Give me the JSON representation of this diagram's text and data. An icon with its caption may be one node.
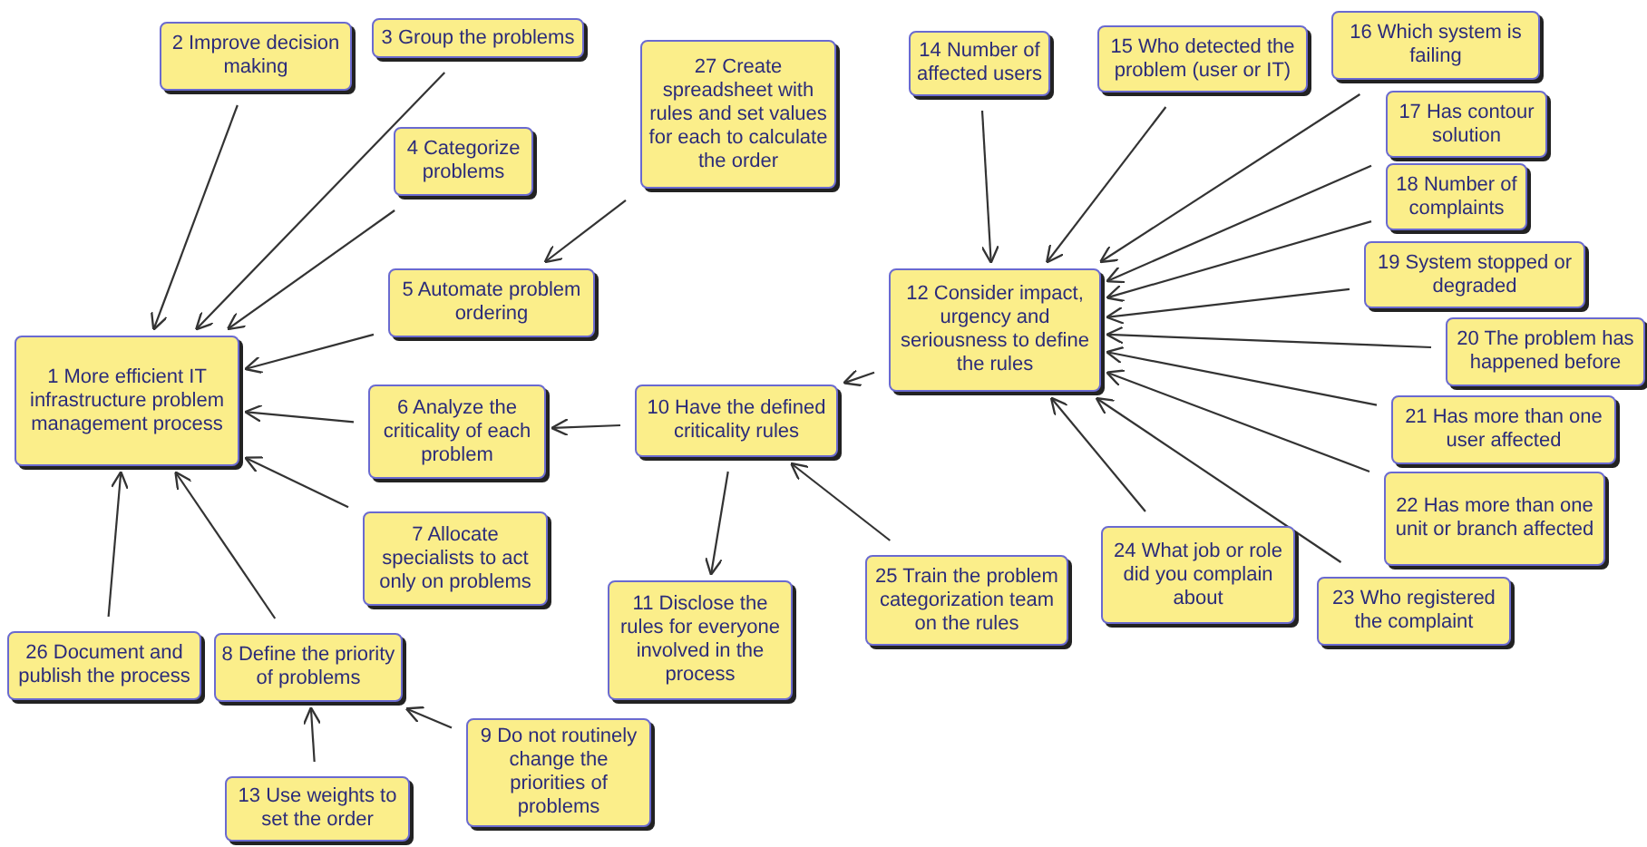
{
  "diagram": {
    "nodes": [
      {
        "text": [
          "1 More efficient IT infrastructure problem management process"
        ]
      },
      {
        "text": [
          "2 Improve decision making"
        ]
      },
      {
        "text": [
          "3 Group the problems"
        ]
      },
      {
        "text": [
          "4 Categorize problems"
        ]
      },
      {
        "text": [
          "5 Automate problem ordering"
        ]
      },
      {
        "text": [
          "6 Analyze the criticality of each problem"
        ]
      },
      {
        "text": [
          "7 Allocate specialists to act only on problems"
        ]
      },
      {
        "text": [
          "8 Define the priority of problems"
        ]
      },
      {
        "text": [
          "9 Do not routinely change the priorities of problems"
        ]
      },
      {
        "text": [
          "10 Have the defined criticality rules"
        ]
      },
      {
        "text": [
          "11 Disclose the rules for everyone involved in the process"
        ]
      },
      {
        "text": [
          "12 Consider impact, urgency and seriousness to define the rules"
        ]
      },
      {
        "text": [
          "13 Use weights to set the order"
        ]
      },
      {
        "text": [
          "14 Number of affected users"
        ]
      },
      {
        "text": [
          "15 Who detected the problem (user or IT)"
        ]
      },
      {
        "text": [
          "16 Which system is failing"
        ]
      },
      {
        "text": [
          "17 Has contour solution"
        ]
      },
      {
        "text": [
          "18 Number of complaints"
        ]
      },
      {
        "text": [
          "19 System stopped or degraded"
        ]
      },
      {
        "text": [
          "20 The problem has happened before"
        ]
      },
      {
        "text": [
          "21 Has more than one user affected"
        ]
      },
      {
        "text": [
          "22 Has more than one unit or branch affected"
        ]
      },
      {
        "text": [
          "23 Who registered the complaint"
        ]
      },
      {
        "text": [
          "24 What job or role did you complain about"
        ]
      },
      {
        "text": [
          "25 Train the problem categorization team on the rules"
        ]
      },
      {
        "text": [
          "26 Document and publish the process"
        ]
      },
      {
        "text": [
          "27 Create spreadsheet with rules and set values for each to calculate the order"
        ]
      }
    ],
    "edges": [
      {
        "from": 1,
        "to": 0,
        "arrow": "to"
      },
      {
        "from": 2,
        "to": 0,
        "arrow": "to"
      },
      {
        "from": 3,
        "to": 0,
        "arrow": "to"
      },
      {
        "from": 4,
        "to": 0,
        "arrow": "to"
      },
      {
        "from": 5,
        "to": 0,
        "arrow": "to"
      },
      {
        "from": 6,
        "to": 0,
        "arrow": "to"
      },
      {
        "from": 7,
        "to": 0,
        "arrow": "to"
      },
      {
        "from": 25,
        "to": 0,
        "arrow": "to"
      },
      {
        "from": 26,
        "to": 4,
        "arrow": "to"
      },
      {
        "from": 9,
        "to": 5,
        "arrow": "to"
      },
      {
        "from": 11,
        "to": 9,
        "arrow": "to"
      },
      {
        "from": 9,
        "to": 10,
        "arrow": "to"
      },
      {
        "from": 24,
        "to": 9,
        "arrow": "to"
      },
      {
        "from": 8,
        "to": 7,
        "arrow": "to"
      },
      {
        "from": 12,
        "to": 7,
        "arrow": "to"
      },
      {
        "from": 13,
        "to": 11,
        "arrow": "to"
      },
      {
        "from": 14,
        "to": 11,
        "arrow": "to"
      },
      {
        "from": 15,
        "to": 11,
        "arrow": "to"
      },
      {
        "from": 16,
        "to": 11,
        "arrow": "to"
      },
      {
        "from": 17,
        "to": 11,
        "arrow": "to"
      },
      {
        "from": 18,
        "to": 11,
        "arrow": "to"
      },
      {
        "from": 19,
        "to": 11,
        "arrow": "to"
      },
      {
        "from": 20,
        "to": 11,
        "arrow": "to"
      },
      {
        "from": 21,
        "to": 11,
        "arrow": "to"
      },
      {
        "from": 22,
        "to": 11,
        "arrow": "to"
      },
      {
        "from": 23,
        "to": 11,
        "arrow": "to"
      }
    ]
  }
}
